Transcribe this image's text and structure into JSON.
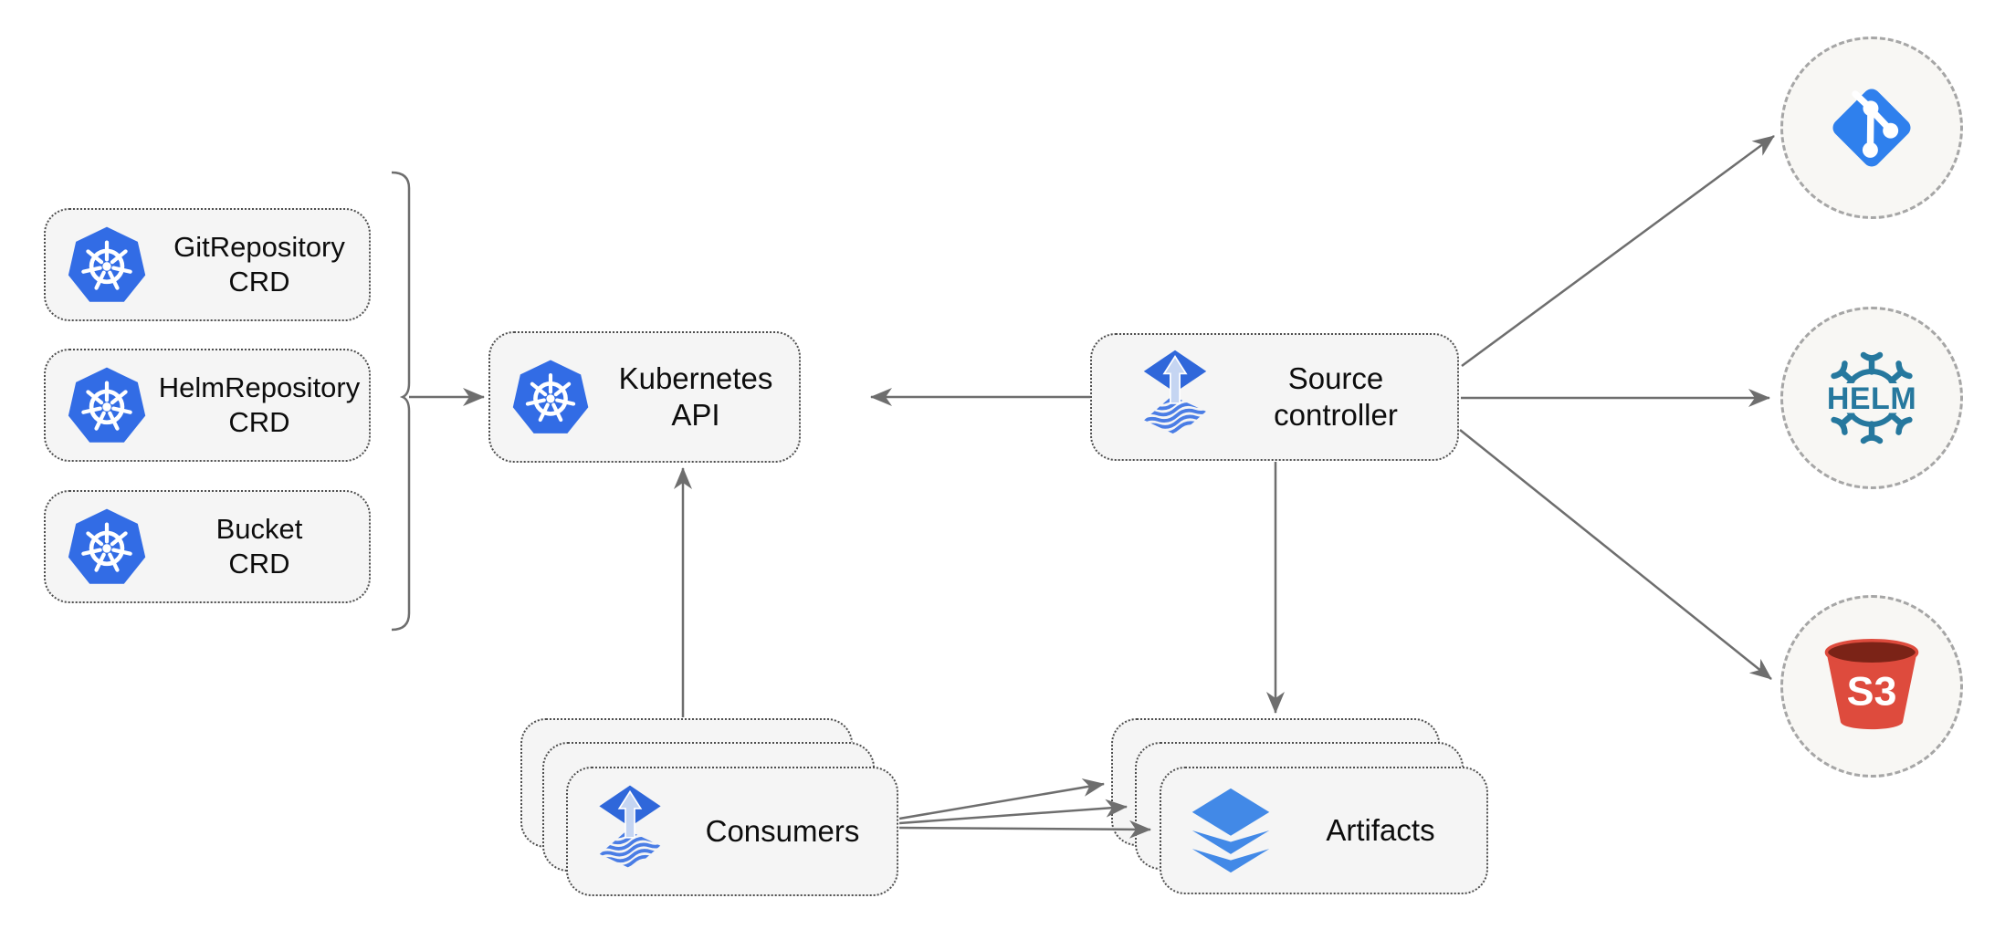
{
  "colors": {
    "kubernetes_blue": "#326ce5",
    "flux_blue": "#2f67da",
    "flux_stripe_blue": "#4a7de5",
    "flux_arrow_light": "#c5d5f2",
    "git_blue": "#2f80ed",
    "helm_teal": "#26789e",
    "s3_red": "#de4b3d",
    "s3_dark_red": "#7b2317",
    "artifact_blue": "#4289e7",
    "arrow_gray": "#6e6e6e",
    "node_fill": "#f5f5f5",
    "circle_fill": "#f8f7f4"
  },
  "nodes": {
    "git_repository_crd": {
      "line1": "GitRepository",
      "line2": "CRD"
    },
    "helm_repository_crd": {
      "line1": "HelmRepository",
      "line2": "CRD"
    },
    "bucket_crd": {
      "line1": "Bucket",
      "line2": "CRD"
    },
    "kubernetes_api": {
      "label": "Kubernetes API"
    },
    "source_controller": {
      "line1": "Source",
      "line2": "controller"
    },
    "consumers": {
      "label": "Consumers"
    },
    "artifacts": {
      "label": "Artifacts"
    },
    "helm_registry": {
      "label": "HELM"
    },
    "s3_bucket": {
      "label": "S3"
    }
  },
  "edges": [
    {
      "from": "crd-group-bracket",
      "to": "kubernetes-api"
    },
    {
      "from": "source-controller",
      "to": "kubernetes-api"
    },
    {
      "from": "consumers",
      "to": "kubernetes-api"
    },
    {
      "from": "source-controller",
      "to": "git-remote"
    },
    {
      "from": "source-controller",
      "to": "helm-remote"
    },
    {
      "from": "source-controller",
      "to": "s3-remote"
    },
    {
      "from": "source-controller",
      "to": "artifacts"
    },
    {
      "from": "consumers",
      "to": "artifacts"
    },
    {
      "from": "consumers",
      "to": "artifacts"
    },
    {
      "from": "consumers",
      "to": "artifacts"
    }
  ]
}
